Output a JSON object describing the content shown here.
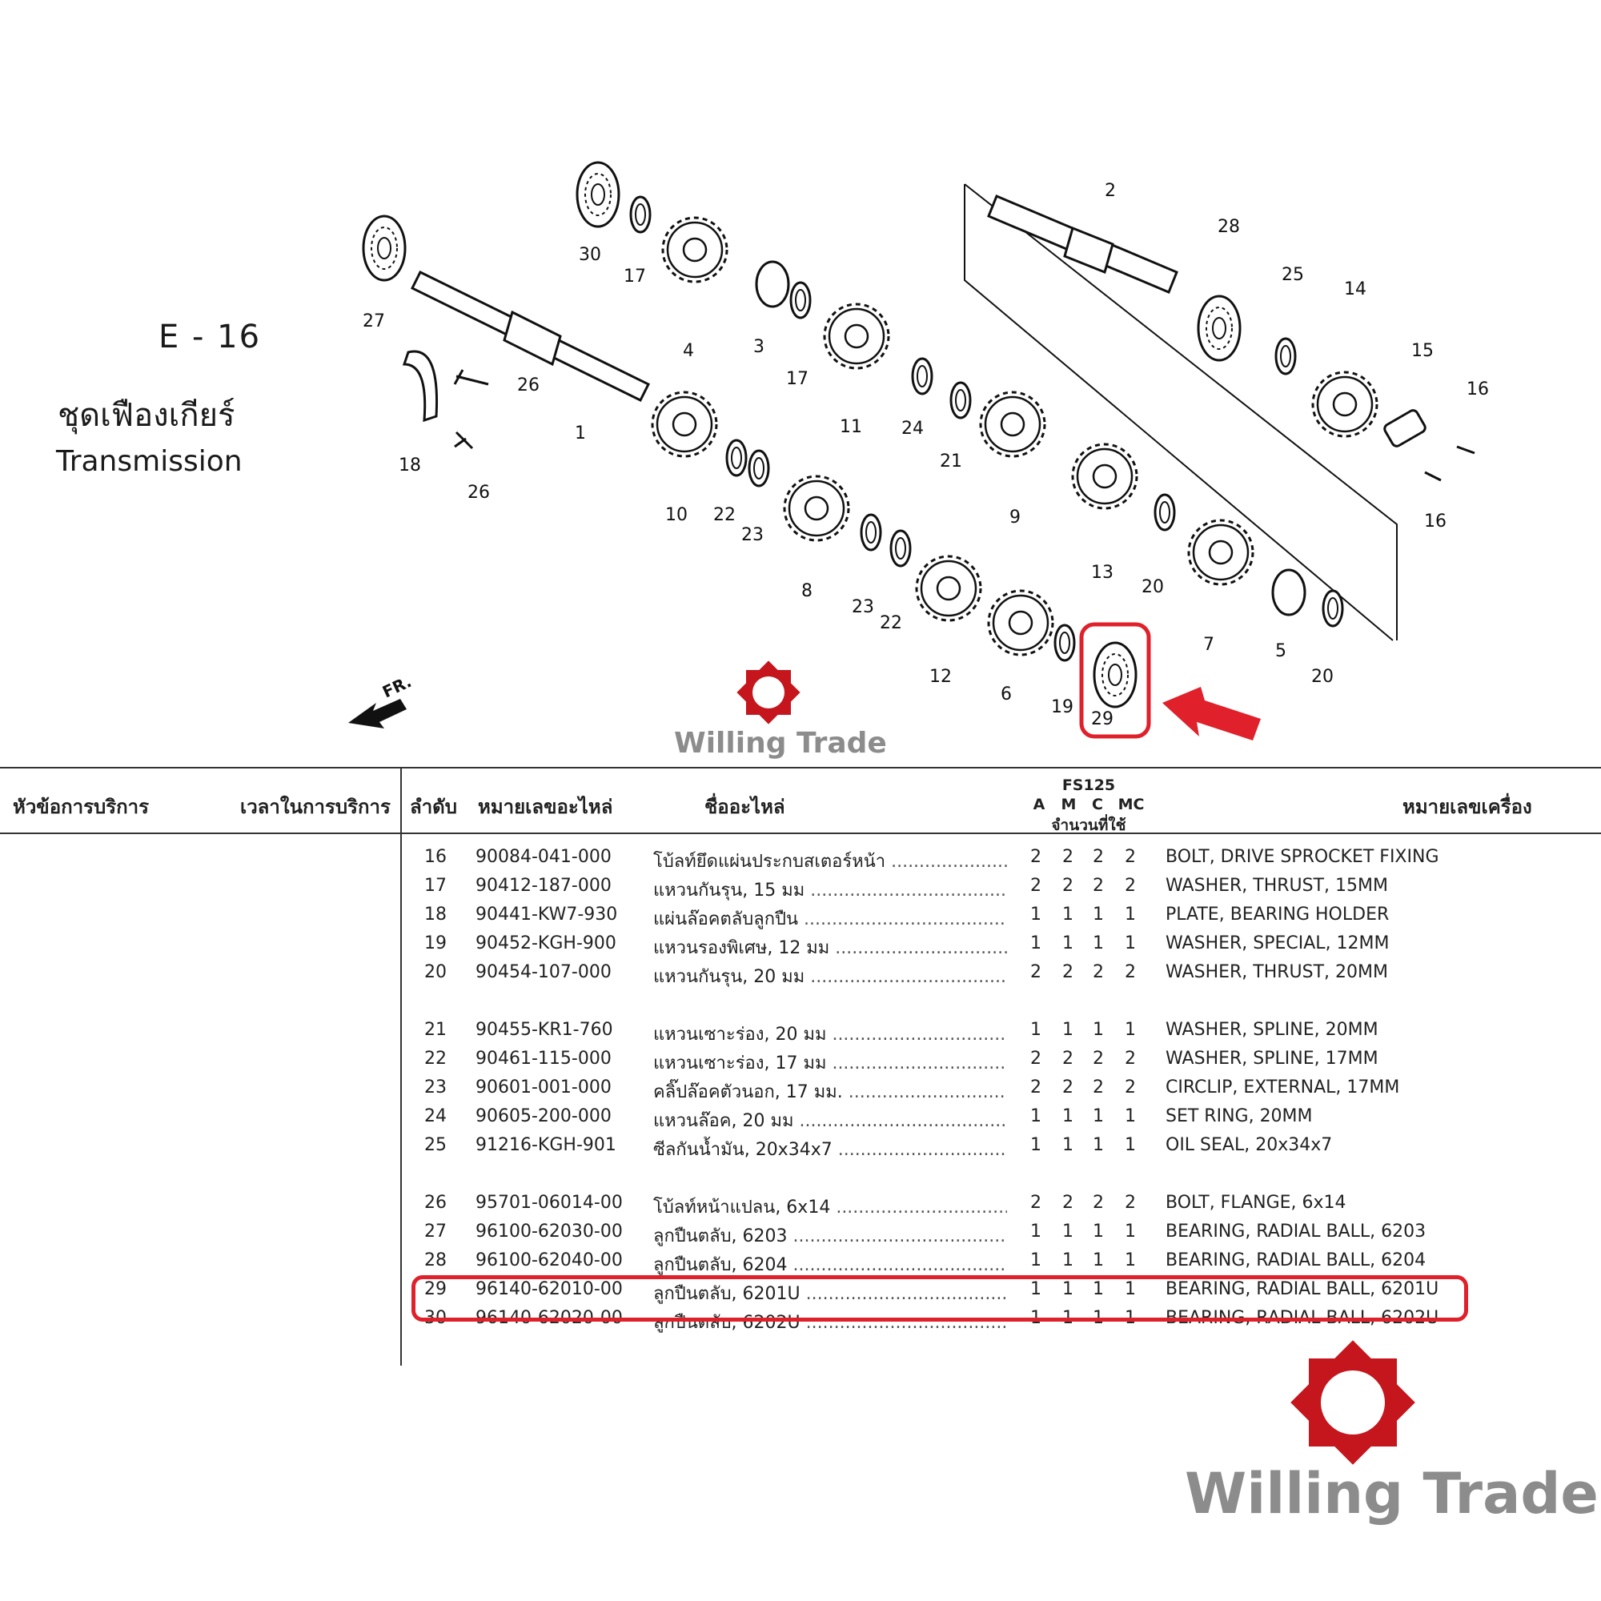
{
  "section": {
    "code": "E - 16",
    "title_th": "ชุดเฟืองเกียร์",
    "title_en": "Transmission"
  },
  "diagram": {
    "callouts": [
      "1",
      "2",
      "3",
      "4",
      "5",
      "6",
      "7",
      "8",
      "9",
      "10",
      "11",
      "12",
      "13",
      "14",
      "15",
      "16",
      "16",
      "17",
      "17",
      "18",
      "19",
      "20",
      "20",
      "20",
      "21",
      "22",
      "22",
      "23",
      "23",
      "24",
      "25",
      "26",
      "26",
      "27",
      "28",
      "29",
      "30"
    ],
    "front_label": "FR.",
    "highlighted": "29"
  },
  "watermark": {
    "text": "Willing Trade"
  },
  "colors": {
    "highlight": "#e0202a",
    "watermark": "#8c8c8c"
  },
  "table": {
    "headers": {
      "service_topic": "หัวข้อการบริการ",
      "service_time": "เวลาในการบริการ",
      "index": "ลำดับ",
      "part_no": "หมายเลขอะไหล่",
      "part_name": "ชื่ออะไหล่",
      "model": "FS125",
      "types": [
        "A",
        "M",
        "C",
        "MC"
      ],
      "qty_used": "จำนวนที่ใช้",
      "engine_no": "หมายเลขเครื่อง"
    },
    "rows": [
      {
        "idx": "16",
        "part": "90084-041-000",
        "name_th": "โบ้ลท์ยึดแผ่นประกบสเตอร์หน้า",
        "q": [
          "2",
          "2",
          "2",
          "2"
        ],
        "name_en": "BOLT, DRIVE SPROCKET FIXING"
      },
      {
        "idx": "17",
        "part": "90412-187-000",
        "name_th": "แหวนกันรุน, 15 มม",
        "q": [
          "2",
          "2",
          "2",
          "2"
        ],
        "name_en": "WASHER, THRUST, 15MM"
      },
      {
        "idx": "18",
        "part": "90441-KW7-930",
        "name_th": "แผ่นล๊อคตลับลูกปืน",
        "q": [
          "1",
          "1",
          "1",
          "1"
        ],
        "name_en": "PLATE, BEARING HOLDER"
      },
      {
        "idx": "19",
        "part": "90452-KGH-900",
        "name_th": "แหวนรองพิเศษ, 12 มม",
        "q": [
          "1",
          "1",
          "1",
          "1"
        ],
        "name_en": "WASHER, SPECIAL, 12MM"
      },
      {
        "idx": "20",
        "part": "90454-107-000",
        "name_th": "แหวนกันรุน, 20 มม",
        "q": [
          "2",
          "2",
          "2",
          "2"
        ],
        "name_en": "WASHER, THRUST, 20MM"
      },
      {
        "idx": "21",
        "part": "90455-KR1-760",
        "name_th": "แหวนเซาะร่อง, 20 มม",
        "q": [
          "1",
          "1",
          "1",
          "1"
        ],
        "name_en": "WASHER, SPLINE, 20MM"
      },
      {
        "idx": "22",
        "part": "90461-115-000",
        "name_th": "แหวนเซาะร่อง, 17 มม",
        "q": [
          "2",
          "2",
          "2",
          "2"
        ],
        "name_en": "WASHER, SPLINE, 17MM"
      },
      {
        "idx": "23",
        "part": "90601-001-000",
        "name_th": "คลิ๊ปล๊อคตัวนอก, 17 มม.",
        "q": [
          "2",
          "2",
          "2",
          "2"
        ],
        "name_en": "CIRCLIP, EXTERNAL, 17MM"
      },
      {
        "idx": "24",
        "part": "90605-200-000",
        "name_th": "แหวนล๊อค, 20 มม",
        "q": [
          "1",
          "1",
          "1",
          "1"
        ],
        "name_en": "SET RING, 20MM"
      },
      {
        "idx": "25",
        "part": "91216-KGH-901",
        "name_th": "ซีลกันน้ำมัน, 20x34x7",
        "q": [
          "1",
          "1",
          "1",
          "1"
        ],
        "name_en": "OIL SEAL, 20x34x7"
      },
      {
        "idx": "26",
        "part": "95701-06014-00",
        "name_th": "โบ้ลท์หน้าแปลน, 6x14",
        "q": [
          "2",
          "2",
          "2",
          "2"
        ],
        "name_en": "BOLT, FLANGE, 6x14"
      },
      {
        "idx": "27",
        "part": "96100-62030-00",
        "name_th": "ลูกปืนตลับ, 6203",
        "q": [
          "1",
          "1",
          "1",
          "1"
        ],
        "name_en": "BEARING, RADIAL BALL, 6203"
      },
      {
        "idx": "28",
        "part": "96100-62040-00",
        "name_th": "ลูกปืนตลับ, 6204",
        "q": [
          "1",
          "1",
          "1",
          "1"
        ],
        "name_en": "BEARING, RADIAL BALL, 6204"
      },
      {
        "idx": "29",
        "part": "96140-62010-00",
        "name_th": "ลูกปืนตลับ, 6201U",
        "q": [
          "1",
          "1",
          "1",
          "1"
        ],
        "name_en": "BEARING, RADIAL BALL, 6201U"
      },
      {
        "idx": "30",
        "part": "96140-62020-00",
        "name_th": "ลูกปืนตลับ, 6202U",
        "q": [
          "1",
          "1",
          "1",
          "1"
        ],
        "name_en": "BEARING, RADIAL BALL, 6202U"
      }
    ],
    "highlighted_index": "29"
  }
}
